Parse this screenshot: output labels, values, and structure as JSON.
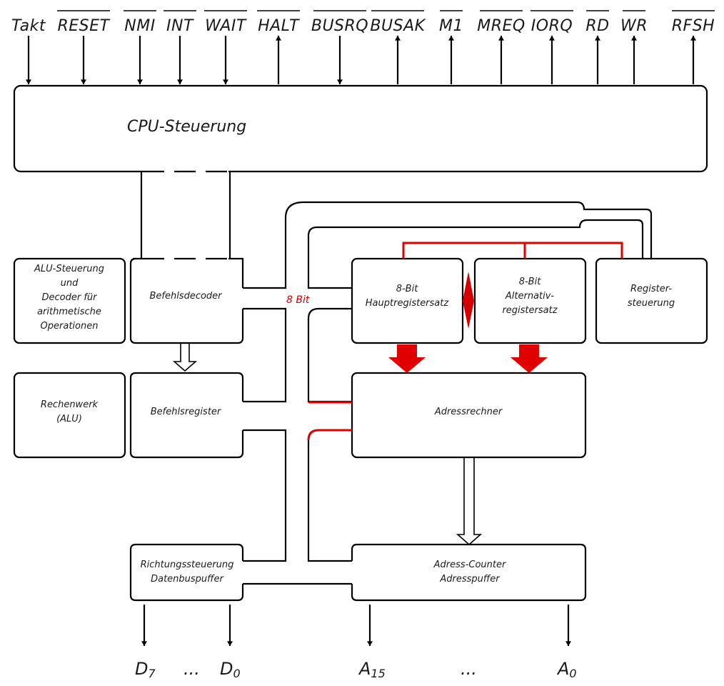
{
  "signals": [
    {
      "id": "takt",
      "label": "Takt",
      "overline": false,
      "direction": "in"
    },
    {
      "id": "reset",
      "label": "RESET",
      "overline": true,
      "direction": "in"
    },
    {
      "id": "nmi",
      "label": "NMI",
      "overline": true,
      "direction": "in"
    },
    {
      "id": "int",
      "label": "INT",
      "overline": true,
      "direction": "in"
    },
    {
      "id": "wait",
      "label": "WAIT",
      "overline": true,
      "direction": "in"
    },
    {
      "id": "halt",
      "label": "HALT",
      "overline": true,
      "direction": "out"
    },
    {
      "id": "busrq",
      "label": "BUSRQ",
      "overline": true,
      "direction": "in"
    },
    {
      "id": "busak",
      "label": "BUSAK",
      "overline": true,
      "direction": "out"
    },
    {
      "id": "m1",
      "label": "M1",
      "overline": true,
      "direction": "out"
    },
    {
      "id": "mreq",
      "label": "MREQ",
      "overline": true,
      "direction": "out"
    },
    {
      "id": "iorq",
      "label": "IORQ",
      "overline": true,
      "direction": "out"
    },
    {
      "id": "rd",
      "label": "RD",
      "overline": true,
      "direction": "out"
    },
    {
      "id": "wr",
      "label": "WR",
      "overline": true,
      "direction": "out"
    },
    {
      "id": "rfsh",
      "label": "RFSH",
      "overline": true,
      "direction": "out"
    }
  ],
  "blocks": {
    "cpu_control": {
      "lines": [
        "CPU-Steuerung"
      ]
    },
    "alu_control": {
      "lines": [
        "ALU-Steuerung",
        "und",
        "Decoder für",
        "arithmetische",
        "Operationen"
      ]
    },
    "instruction_decoder": {
      "lines": [
        "Befehlsdecoder"
      ]
    },
    "alu": {
      "lines": [
        "Rechenwerk",
        "(ALU)"
      ]
    },
    "instruction_register": {
      "lines": [
        "Befehlsregister"
      ]
    },
    "main_registers": {
      "lines": [
        "8-Bit",
        "Hauptregistersatz"
      ]
    },
    "alt_registers": {
      "lines": [
        "8-Bit",
        "Alternativ-",
        "registersatz"
      ]
    },
    "register_control": {
      "lines": [
        "Register-",
        "steuerung"
      ]
    },
    "address_calc": {
      "lines": [
        "Adressrechner"
      ]
    },
    "data_buffer": {
      "lines": [
        "Richtungssteuerung",
        "Datenbuspuffer"
      ]
    },
    "address_counter": {
      "lines": [
        "Adress-Counter",
        "Adresspuffer"
      ]
    }
  },
  "bus_label": "8 Bit",
  "outputs": {
    "data_high": {
      "main": "D",
      "sub": "7"
    },
    "data_dots": "...",
    "data_low": {
      "main": "D",
      "sub": "0"
    },
    "addr_high": {
      "main": "A",
      "sub": "15"
    },
    "addr_dots": "...",
    "addr_low": {
      "main": "A",
      "sub": "0"
    }
  },
  "colors": {
    "line": "#000000",
    "accent": "#e00000",
    "background": "#ffffff"
  }
}
